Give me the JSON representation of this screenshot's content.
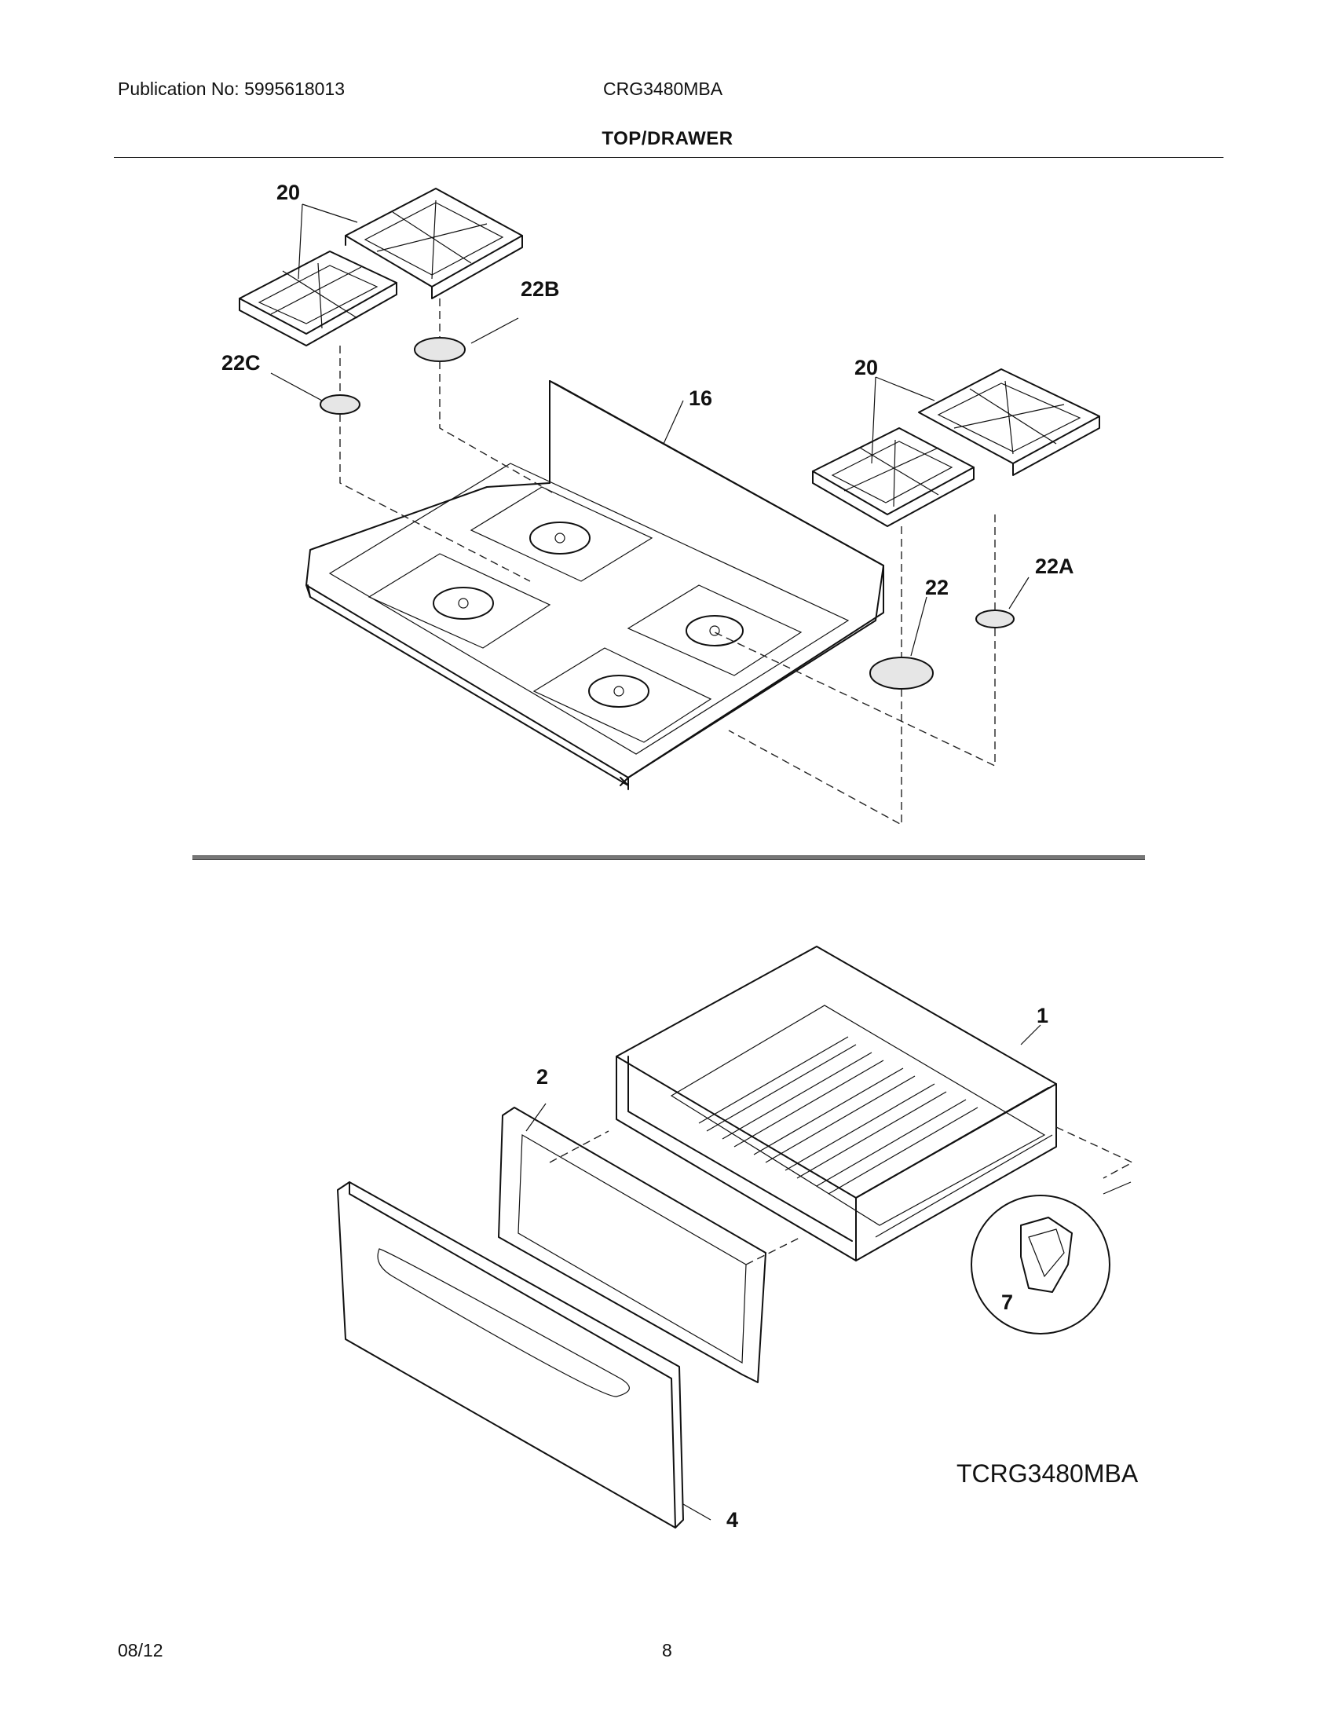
{
  "header": {
    "publication": "Publication No: 5995618013",
    "model": "CRG3480MBA"
  },
  "section_title": "TOP/DRAWER",
  "callouts": {
    "grates_left": "20",
    "grates_right": "20",
    "cap_22b": "22B",
    "cap_22c": "22C",
    "cooktop": "16",
    "cap_22": "22",
    "cap_22a": "22A",
    "drawer_body": "1",
    "drawer_frame": "2",
    "drawer_front": "4",
    "drawer_clip": "7"
  },
  "diagram_code": "TCRG3480MBA",
  "footer": {
    "date": "08/12",
    "page": "8"
  }
}
